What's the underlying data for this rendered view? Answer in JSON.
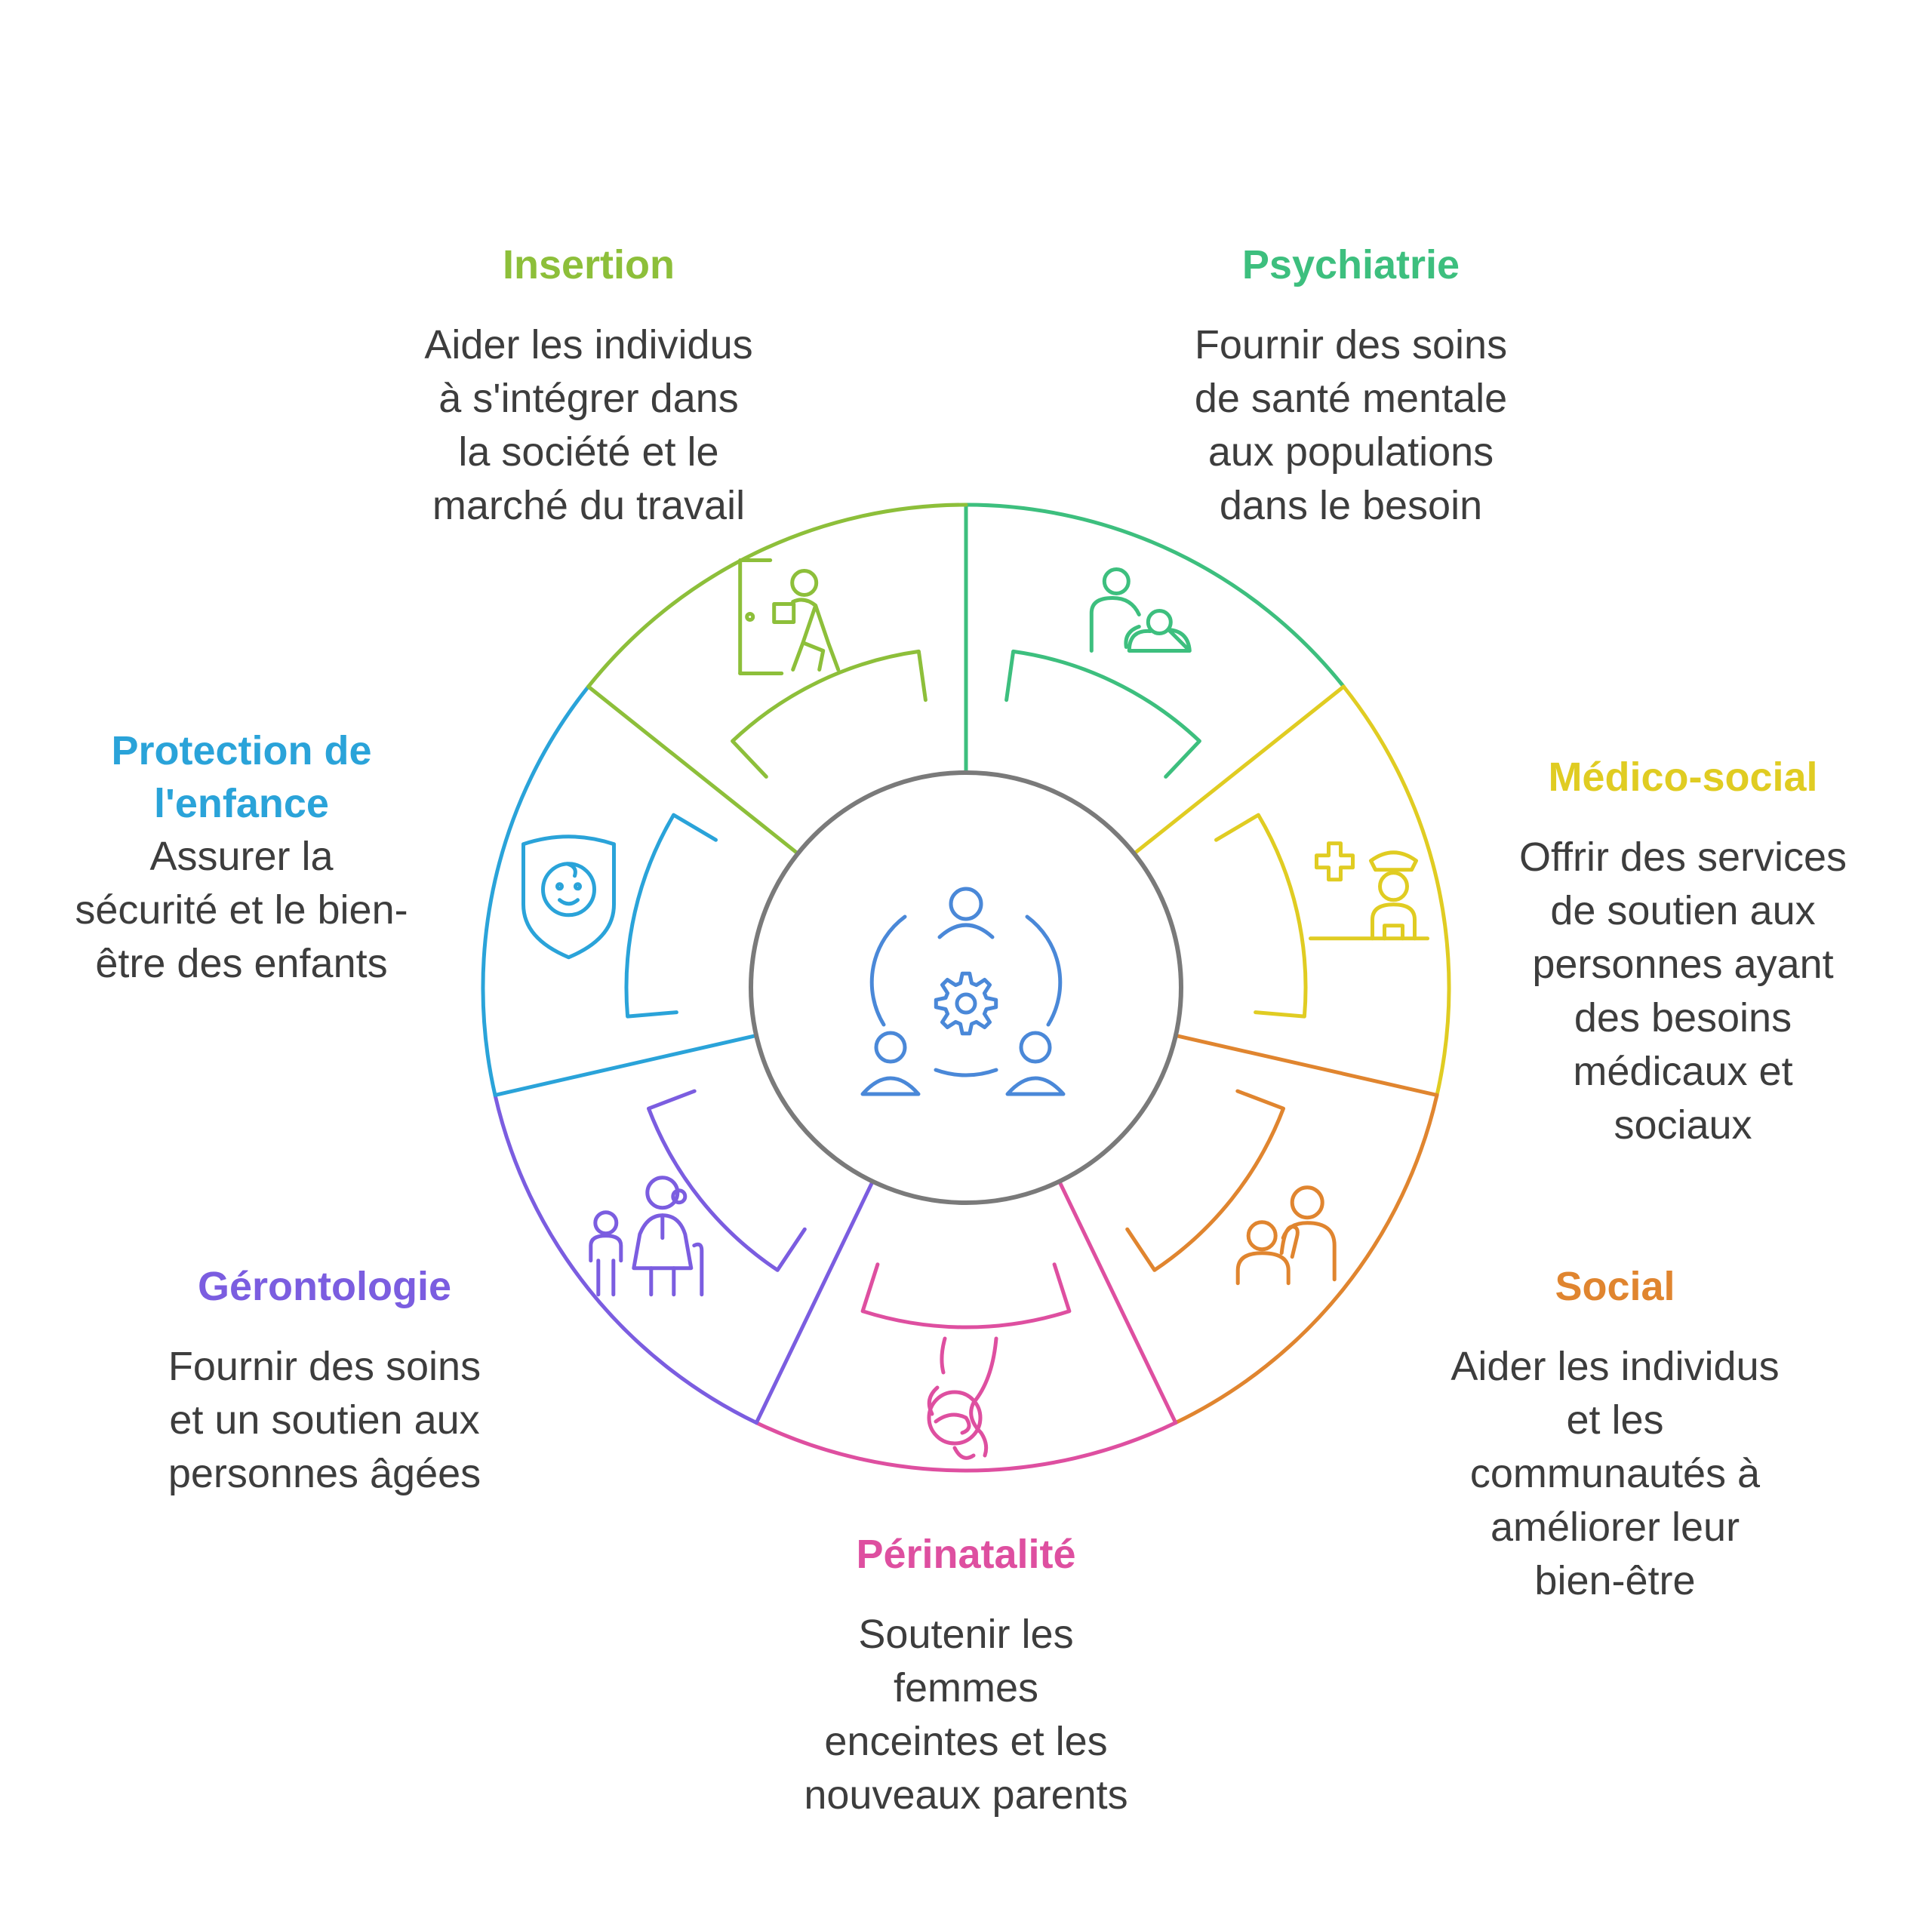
{
  "diagram": {
    "center_icon": "community-gear-icon",
    "sectors": [
      {
        "key": "psychiatrie",
        "title": "Psychiatrie",
        "description": "Fournir des soins\nde santé mentale\naux populations\ndans le besoin",
        "color": "#3dbf7e",
        "icon": "caregiver-patient-icon"
      },
      {
        "key": "medico-social",
        "title": "Médico-social",
        "description": "Offrir des services\nde soutien aux\npersonnes ayant\ndes besoins\nmédicaux et\nsociaux",
        "color": "#e0cc22",
        "icon": "nurse-cross-icon"
      },
      {
        "key": "social",
        "title": "Social",
        "description": "Aider les individus\net les\ncommunautés à\naméliorer leur\nbien-être",
        "color": "#e0852f",
        "icon": "helping-people-icon"
      },
      {
        "key": "perinatalite",
        "title": "Périnatalité",
        "description": "Soutenir les\nfemmes\nenceintes et les\nnouveaux parents",
        "color": "#de4fa0",
        "icon": "pregnant-woman-icon"
      },
      {
        "key": "gerontologie",
        "title": "Gérontologie",
        "description": "Fournir des soins\net un soutien aux\npersonnes âgées",
        "color": "#7b5de0",
        "icon": "elderly-with-child-icon"
      },
      {
        "key": "protection-enfance",
        "title": "Protection de\nl'enfance",
        "description": "Assurer la\nsécurité et le bien-\nêtre des enfants",
        "color": "#2aa3d9",
        "icon": "child-shield-icon"
      },
      {
        "key": "insertion",
        "title": "Insertion",
        "description": "Aider les individus\nà s'intégrer dans\nla société et le\nmarché du travail",
        "color": "#8dbf3a",
        "icon": "worker-door-icon"
      }
    ]
  }
}
